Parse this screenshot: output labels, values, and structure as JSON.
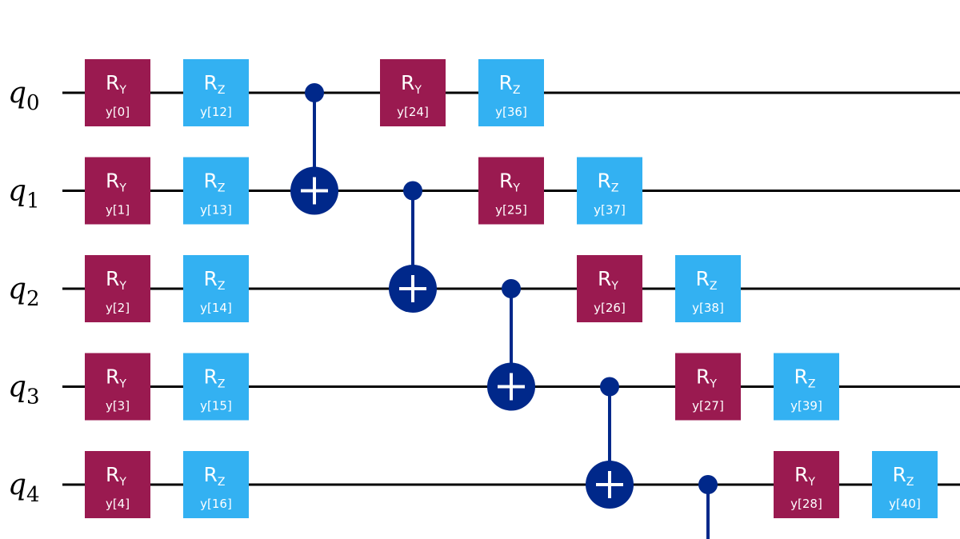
{
  "qubits": [
    {
      "name": "q",
      "index": "0"
    },
    {
      "name": "q",
      "index": "1"
    },
    {
      "name": "q",
      "index": "2"
    },
    {
      "name": "q",
      "index": "3"
    },
    {
      "name": "q",
      "index": "4"
    }
  ],
  "colors": {
    "ry": "#9a1a50",
    "rz": "#33b1f2",
    "cnot": "#00288a",
    "wire": "#000000",
    "gate_text": "#ffffff"
  },
  "gates": [
    {
      "type": "ry",
      "label": "R",
      "sub": "Y",
      "param": "y[0]",
      "qubit": 0,
      "column": 0
    },
    {
      "type": "rz",
      "label": "R",
      "sub": "Z",
      "param": "y[12]",
      "qubit": 0,
      "column": 1
    },
    {
      "type": "ry",
      "label": "R",
      "sub": "Y",
      "param": "y[1]",
      "qubit": 1,
      "column": 0
    },
    {
      "type": "rz",
      "label": "R",
      "sub": "Z",
      "param": "y[13]",
      "qubit": 1,
      "column": 1
    },
    {
      "type": "ry",
      "label": "R",
      "sub": "Y",
      "param": "y[2]",
      "qubit": 2,
      "column": 0
    },
    {
      "type": "rz",
      "label": "R",
      "sub": "Z",
      "param": "y[14]",
      "qubit": 2,
      "column": 1
    },
    {
      "type": "ry",
      "label": "R",
      "sub": "Y",
      "param": "y[3]",
      "qubit": 3,
      "column": 0
    },
    {
      "type": "rz",
      "label": "R",
      "sub": "Z",
      "param": "y[15]",
      "qubit": 3,
      "column": 1
    },
    {
      "type": "ry",
      "label": "R",
      "sub": "Y",
      "param": "y[4]",
      "qubit": 4,
      "column": 0
    },
    {
      "type": "rz",
      "label": "R",
      "sub": "Z",
      "param": "y[16]",
      "qubit": 4,
      "column": 1
    },
    {
      "type": "ry",
      "label": "R",
      "sub": "Y",
      "param": "y[24]",
      "qubit": 0,
      "column": 3
    },
    {
      "type": "rz",
      "label": "R",
      "sub": "Z",
      "param": "y[36]",
      "qubit": 0,
      "column": 4
    },
    {
      "type": "ry",
      "label": "R",
      "sub": "Y",
      "param": "y[25]",
      "qubit": 1,
      "column": 4
    },
    {
      "type": "rz",
      "label": "R",
      "sub": "Z",
      "param": "y[37]",
      "qubit": 1,
      "column": 5
    },
    {
      "type": "ry",
      "label": "R",
      "sub": "Y",
      "param": "y[26]",
      "qubit": 2,
      "column": 5
    },
    {
      "type": "rz",
      "label": "R",
      "sub": "Z",
      "param": "y[38]",
      "qubit": 2,
      "column": 6
    },
    {
      "type": "ry",
      "label": "R",
      "sub": "Y",
      "param": "y[27]",
      "qubit": 3,
      "column": 6
    },
    {
      "type": "rz",
      "label": "R",
      "sub": "Z",
      "param": "y[39]",
      "qubit": 3,
      "column": 7
    },
    {
      "type": "ry",
      "label": "R",
      "sub": "Y",
      "param": "y[28]",
      "qubit": 4,
      "column": 7
    },
    {
      "type": "rz",
      "label": "R",
      "sub": "Z",
      "param": "y[40]",
      "qubit": 4,
      "column": 8
    }
  ],
  "cnots": [
    {
      "control": 0,
      "target": 1,
      "column": 2
    },
    {
      "control": 1,
      "target": 2,
      "column": 3
    },
    {
      "control": 2,
      "target": 3,
      "column": 4
    },
    {
      "control": 3,
      "target": 4,
      "column": 5
    },
    {
      "control": 4,
      "target": 5,
      "column": 6
    }
  ]
}
